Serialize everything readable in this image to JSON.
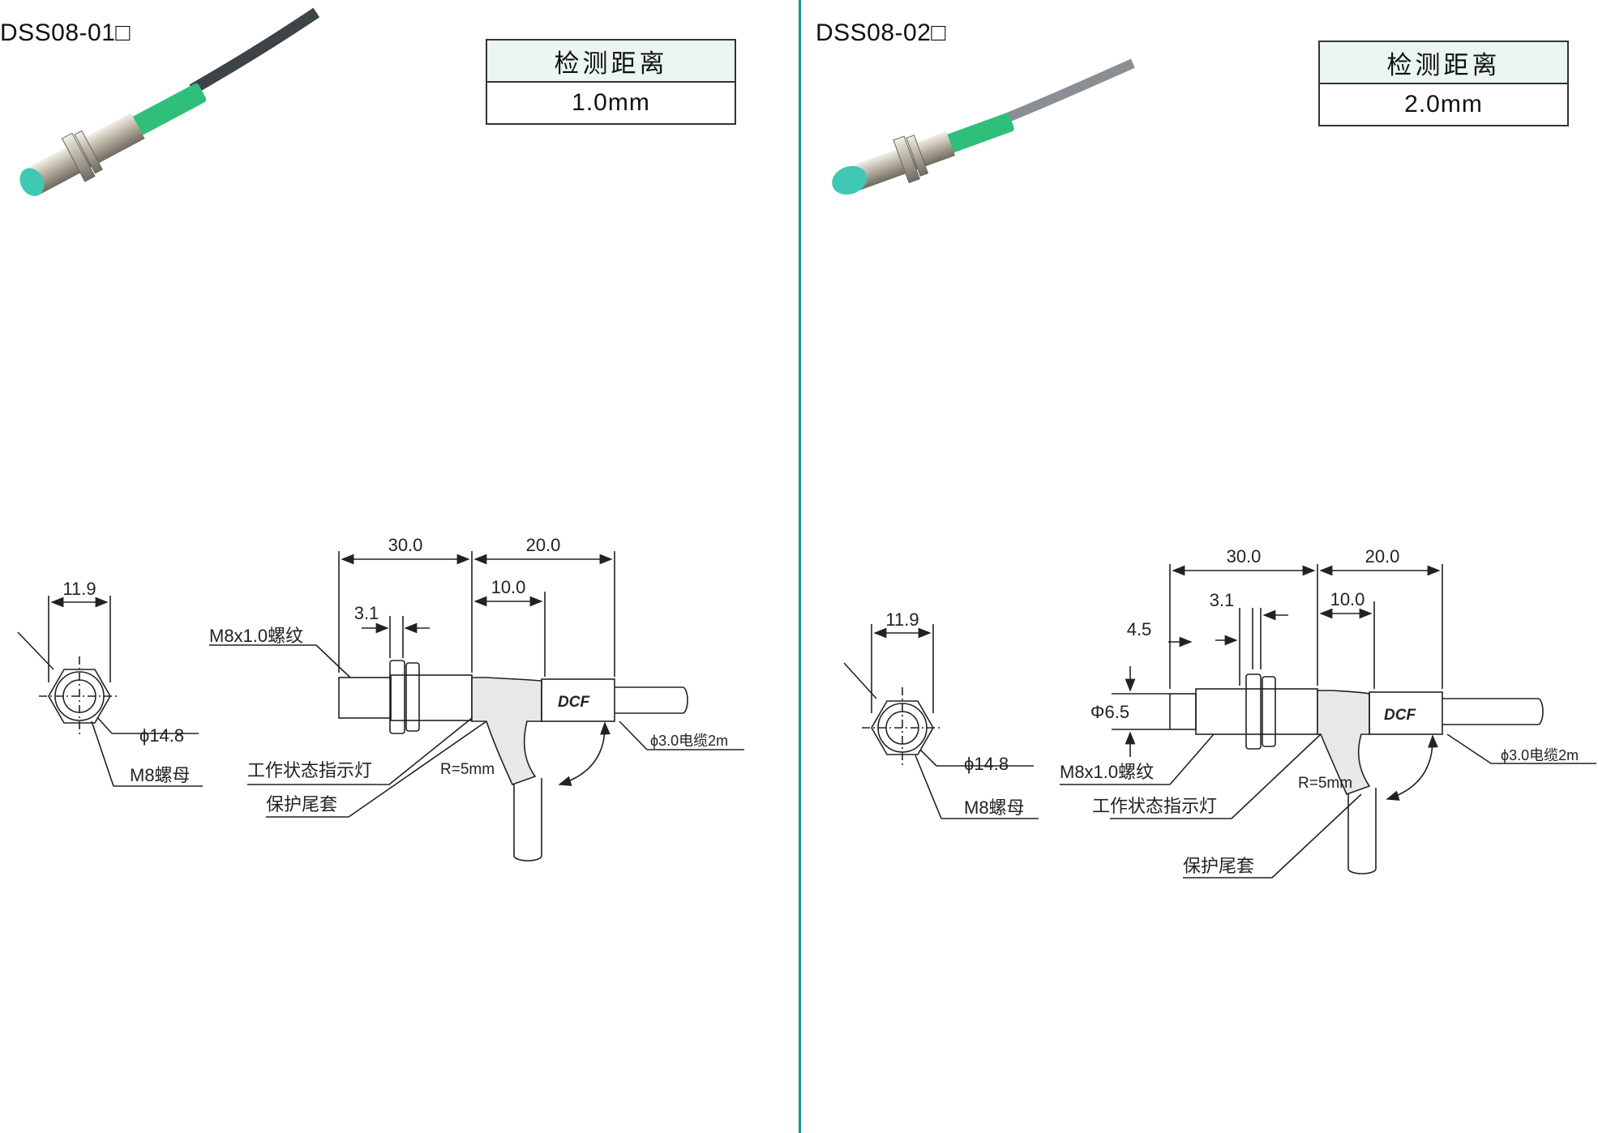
{
  "left": {
    "model": "DSS08-01□",
    "spec_header": "检测距离",
    "spec_value": "1.0mm",
    "dims": {
      "d_30": "30.0",
      "d_20": "20.0",
      "d_10": "10.0",
      "d_3_1": "3.1",
      "d_11_9": "11.9",
      "phi_14_8": "ϕ14.8",
      "m8_nut": "M8螺母",
      "thread": "M8x1.0螺纹",
      "indicator": "工作状态指示灯",
      "boot": "保护尾套",
      "radius": "R=5mm",
      "cable": "ϕ3.0电缆2m",
      "brand": "DCF"
    }
  },
  "right": {
    "model": "DSS08-02□",
    "spec_header": "检测距离",
    "spec_value": "2.0mm",
    "dims": {
      "d_30": "30.0",
      "d_20": "20.0",
      "d_10": "10.0",
      "d_3_1": "3.1",
      "d_4_5": "4.5",
      "d_11_9": "11.9",
      "phi_6_5": "Φ6.5",
      "phi_14_8": "ϕ14.8",
      "m8_nut": "M8螺母",
      "thread": "M8x1.0螺纹",
      "indicator": "工作状态指示灯",
      "boot": "保护尾套",
      "radius": "R=5mm",
      "cable": "ϕ3.0电缆2m",
      "brand": "DCF"
    }
  },
  "colors": {
    "divider": "#1a9a8e",
    "spec_header_bg": "#eaf6ef",
    "sensor_tip": "#3fc8b4",
    "sensor_band": "#2fbf7a"
  }
}
